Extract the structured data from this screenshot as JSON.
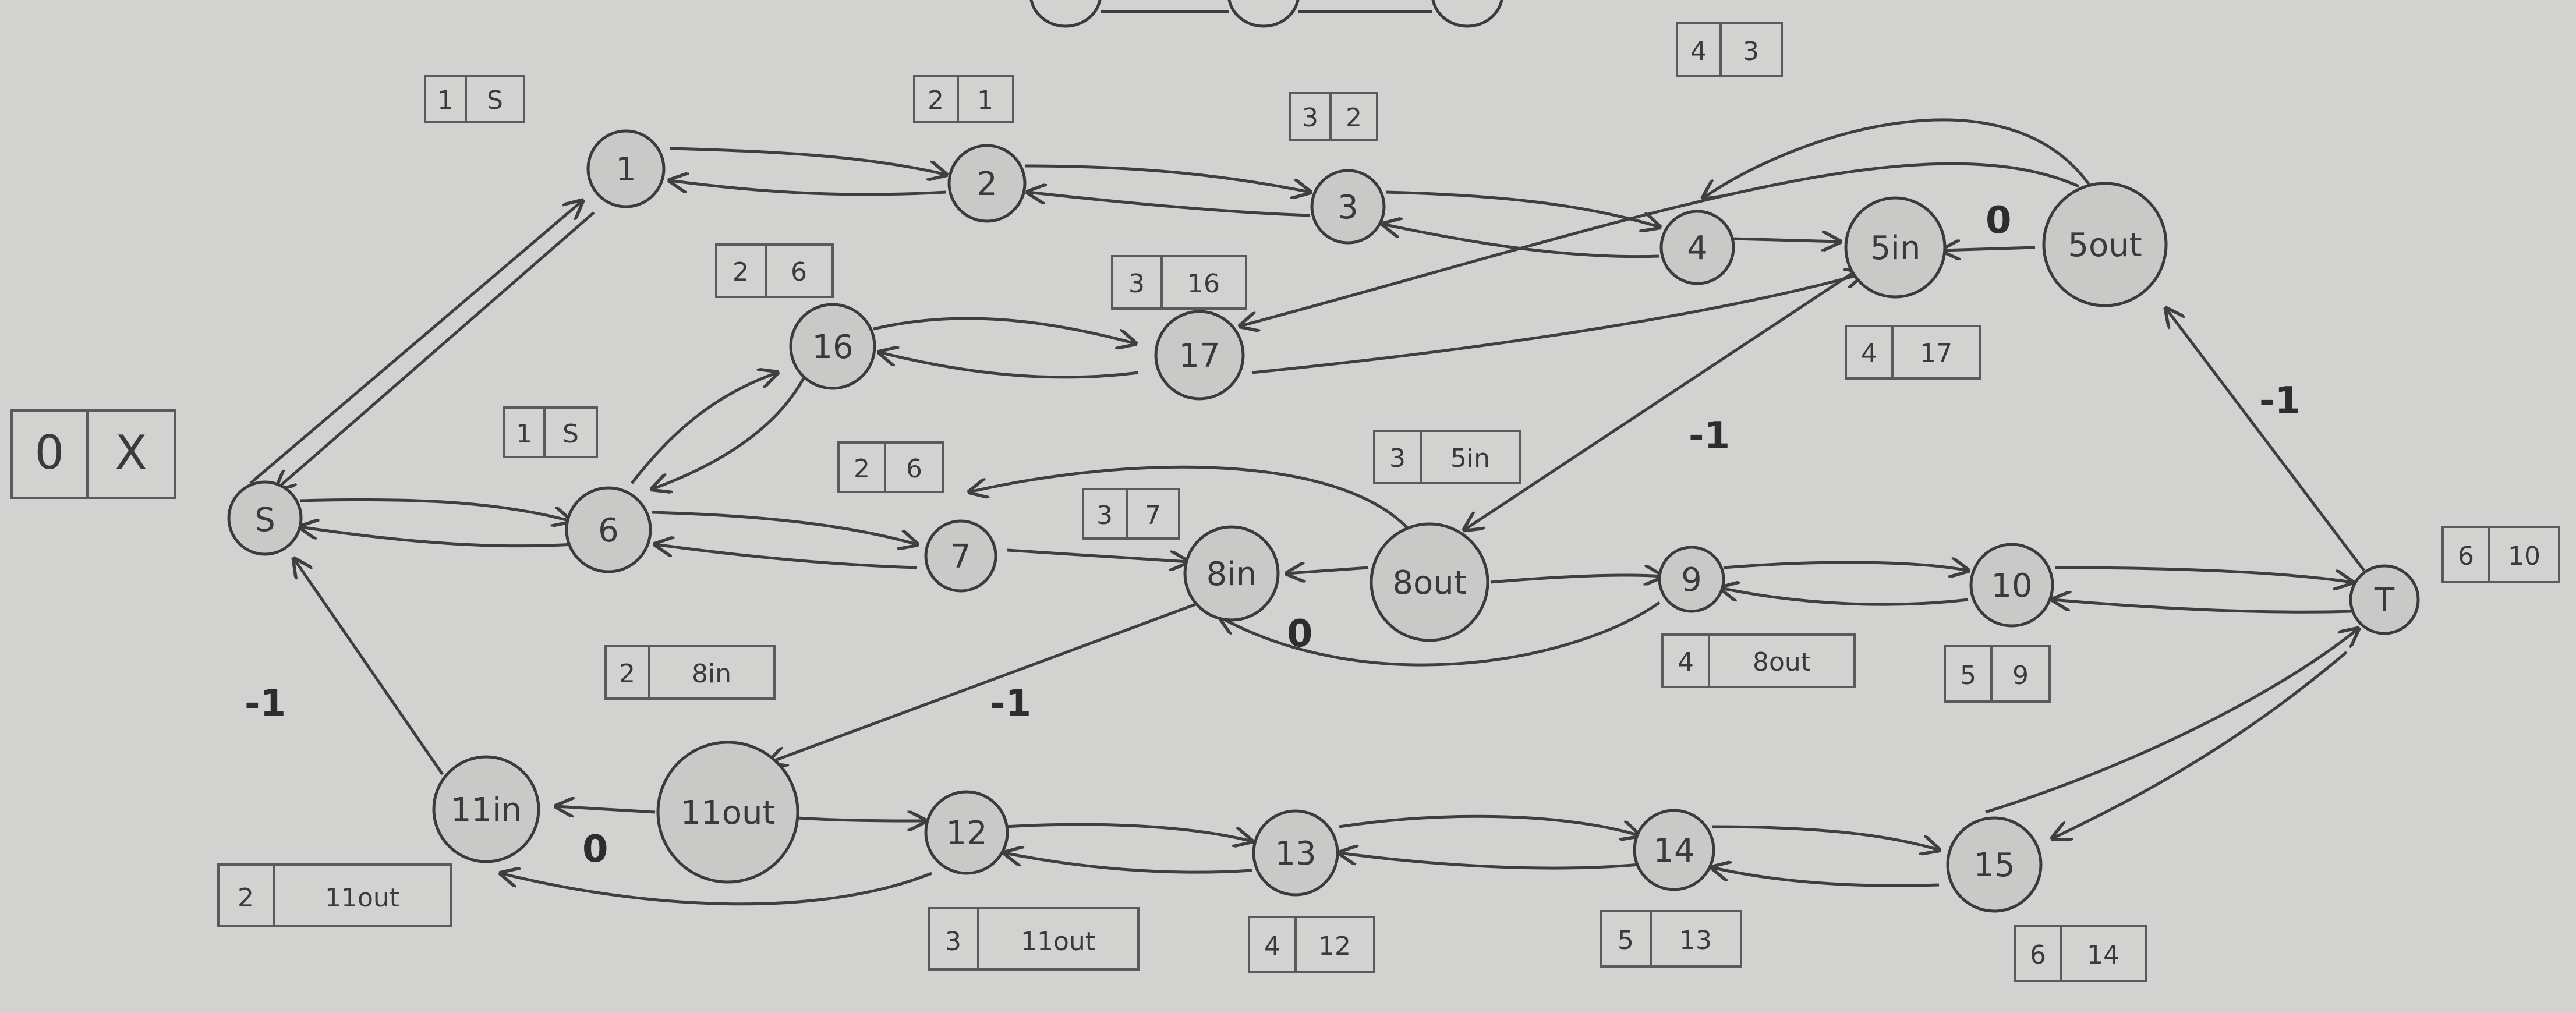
{
  "nodes": {
    "s": "S",
    "t": "T",
    "n1": "1",
    "n2": "2",
    "n3": "3",
    "n4": "4",
    "n5in": "5in",
    "n5out": "5out",
    "n6": "6",
    "n7": "7",
    "n8in": "8in",
    "n8out": "8out",
    "n9": "9",
    "n10": "10",
    "n11in": "11in",
    "n11out": "11out",
    "n12": "12",
    "n13": "13",
    "n14": "14",
    "n15": "15",
    "n16": "16",
    "n17": "17"
  },
  "labels": {
    "s": {
      "dist": "0",
      "pred": "X"
    },
    "n1": {
      "dist": "1",
      "pred": "S"
    },
    "n2": {
      "dist": "2",
      "pred": "1"
    },
    "n3": {
      "dist": "3",
      "pred": "2"
    },
    "n4": {
      "dist": "4",
      "pred": "3"
    },
    "n5in": {
      "dist": "4",
      "pred": "17"
    },
    "n6": {
      "dist": "1",
      "pred": "S"
    },
    "n16": {
      "dist": "2",
      "pred": "6"
    },
    "n17": {
      "dist": "3",
      "pred": "16"
    },
    "n7": {
      "dist": "2",
      "pred": "6"
    },
    "n8in": {
      "dist": "3",
      "pred": "7"
    },
    "n8out": {
      "dist": "3",
      "pred": "5in"
    },
    "n9": {
      "dist": "4",
      "pred": "8out"
    },
    "n10": {
      "dist": "5",
      "pred": "9"
    },
    "t": {
      "dist": "6",
      "pred": "10"
    },
    "n11out": {
      "dist": "2",
      "pred": "8in"
    },
    "n11in": {
      "dist": "2",
      "pred": "11out"
    },
    "n12": {
      "dist": "3",
      "pred": "11out"
    },
    "n13": {
      "dist": "4",
      "pred": "12"
    },
    "n14": {
      "dist": "5",
      "pred": "13"
    },
    "n15": {
      "dist": "6",
      "pred": "14"
    }
  },
  "weights": {
    "w_5out_5in": "0",
    "w_8out_8in": "0",
    "w_11out_11in": "0",
    "w_5in_8out": "-1",
    "w_t_5out": "-1",
    "w_8in_11out": "-1",
    "w_11in_s": "-1"
  }
}
